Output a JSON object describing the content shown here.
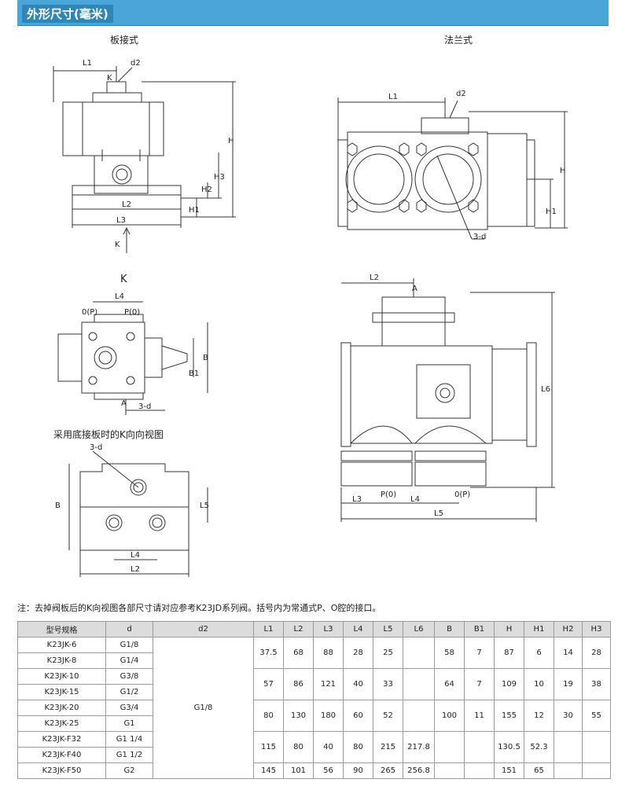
{
  "header": {
    "title": "外形尺寸(毫米)"
  },
  "views": {
    "plate_type": "板接式",
    "flange_type": "法兰式",
    "k_view": "K",
    "base_plate_view": "采用底接板时的K向向视图"
  },
  "dim_labels": {
    "L1": "L1",
    "L2": "L2",
    "L3": "L3",
    "L4": "L4",
    "L5": "L5",
    "L6": "L6",
    "d2": "d2",
    "K": "K",
    "H": "H",
    "H1": "H1",
    "H2": "H2",
    "H3": "H3",
    "B": "B",
    "B1": "B1",
    "A": "A",
    "three_d": "3-d",
    "P0": "P(0)",
    "O_P": "0(P)",
    "P_O": "P(0)",
    "O_P2": "0(P)"
  },
  "note": "注：去掉阀板后的K向视图各部尺寸请对应参考K23JD系列阀。括号内为常通式P、O腔的接口。",
  "table": {
    "headers": [
      "型号规格",
      "d",
      "d2",
      "L1",
      "L2",
      "L3",
      "L4",
      "L5",
      "L6",
      "B",
      "B1",
      "H",
      "H1",
      "H2",
      "H3"
    ],
    "d2_merged": "G1/8",
    "rows": [
      {
        "model": "K23JK-6",
        "d": "G1/8"
      },
      {
        "model": "K23JK-8",
        "d": "G1/4"
      },
      {
        "model": "K23JK-10",
        "d": "G3/8"
      },
      {
        "model": "K23JK-15",
        "d": "G1/2"
      },
      {
        "model": "K23JK-20",
        "d": "G3/4"
      },
      {
        "model": "K23JK-25",
        "d": "G1"
      },
      {
        "model": "K23JK-F32",
        "d": "G1 1/4"
      },
      {
        "model": "K23JK-F40",
        "d": "G1 1/2"
      },
      {
        "model": "K23JK-F50",
        "d": "G2"
      }
    ],
    "groups": [
      {
        "L1": "37.5",
        "L2": "68",
        "L3": "88",
        "L4": "28",
        "L5": "25",
        "L6": "",
        "B": "58",
        "B1": "7",
        "H": "87",
        "H1": "6",
        "H2": "14",
        "H3": "28"
      },
      {
        "L1": "57",
        "L2": "86",
        "L3": "121",
        "L4": "40",
        "L5": "33",
        "L6": "",
        "B": "64",
        "B1": "7",
        "H": "109",
        "H1": "10",
        "H2": "19",
        "H3": "38"
      },
      {
        "L1": "80",
        "L2": "130",
        "L3": "180",
        "L4": "60",
        "L5": "52",
        "L6": "",
        "B": "100",
        "B1": "11",
        "H": "155",
        "H1": "12",
        "H2": "30",
        "H3": "55"
      },
      {
        "L1": "115",
        "L2": "80",
        "L3": "40",
        "L4": "80",
        "L5": "215",
        "L6": "217.8",
        "B": "",
        "B1": "",
        "H": "130.5",
        "H1": "52.3",
        "H2": "",
        "H3": ""
      },
      {
        "L1": "145",
        "L2": "101",
        "L3": "56",
        "L4": "90",
        "L5": "265",
        "L6": "256.8",
        "B": "",
        "B1": "",
        "H": "151",
        "H1": "65",
        "H2": "",
        "H3": ""
      }
    ]
  }
}
